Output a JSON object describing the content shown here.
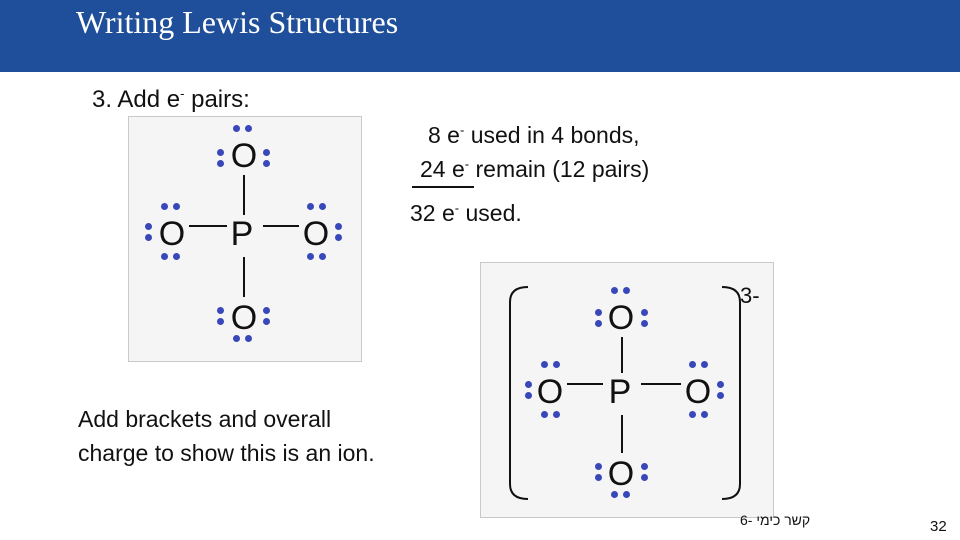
{
  "title": "Writing Lewis Structures",
  "step": {
    "text": "3.  Add e",
    "sup": "-",
    "after": " pairs:"
  },
  "notes": {
    "line1": {
      "before": "8 e",
      "sup": "-",
      "after": " used in 4 bonds,"
    },
    "line2": {
      "before": "24 e",
      "sup": "-",
      "after": " remain (12 pairs)"
    },
    "line3": {
      "before": "32 e",
      "sup": "-",
      "after": " used."
    }
  },
  "molecule": {
    "center": "P",
    "top": "O",
    "left": "O",
    "right": "O",
    "bottom": "O"
  },
  "ion_charge": "3-",
  "caption": {
    "line1": "Add brackets and overall",
    "line2": "charge to show this is an ion."
  },
  "footer": "קשר כימי -6",
  "slide_number": "32",
  "colors": {
    "header": "#1f4e9a",
    "lone_pair_dots": "#3848b8"
  }
}
